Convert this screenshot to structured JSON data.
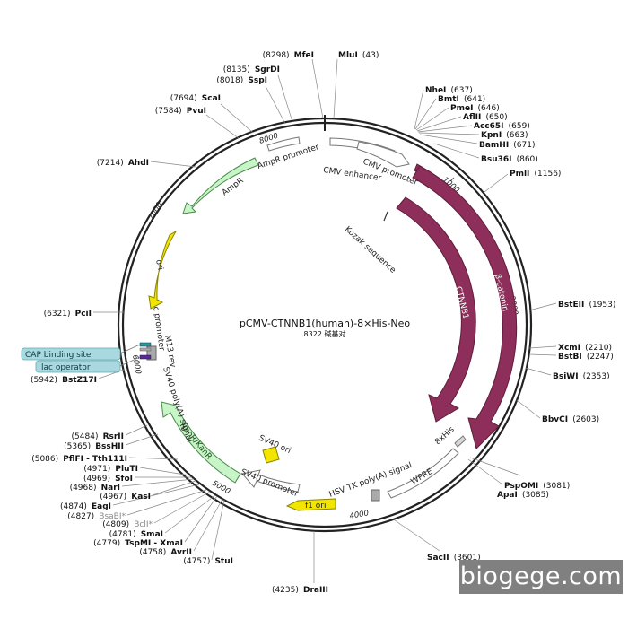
{
  "plasmid": {
    "name": "pCMV-CTNNB1(human)-8×His-Neo",
    "size_label": "8322 碱基对"
  },
  "ruler_ticks": [
    "1000",
    "2000",
    "3000",
    "4000",
    "5000",
    "6000",
    "7000",
    "8000"
  ],
  "restriction_sites": [
    {
      "name": "MluI",
      "pos": "(43)",
      "muted": false
    },
    {
      "name": "MfeI",
      "pos": "(8298)",
      "muted": false
    },
    {
      "name": "SgrDI",
      "pos": "(8135)",
      "muted": false
    },
    {
      "name": "SspI",
      "pos": "(8018)",
      "muted": false
    },
    {
      "name": "ScaI",
      "pos": "(7694)",
      "muted": false
    },
    {
      "name": "PvuI",
      "pos": "(7584)",
      "muted": false
    },
    {
      "name": "AhdI",
      "pos": "(7214)",
      "muted": false
    },
    {
      "name": "PciI",
      "pos": "(6321)",
      "muted": false
    },
    {
      "name": "BstZ17I",
      "pos": "(5942)",
      "muted": false
    },
    {
      "name": "RsrII",
      "pos": "(5484)",
      "muted": false
    },
    {
      "name": "BssHII",
      "pos": "(5365)",
      "muted": false
    },
    {
      "name": "PflFI - Tth111I",
      "pos": "(5086)",
      "muted": false
    },
    {
      "name": "PluTI",
      "pos": "(4971)",
      "muted": false
    },
    {
      "name": "SfoI",
      "pos": "(4969)",
      "muted": false
    },
    {
      "name": "NarI",
      "pos": "(4968)",
      "muted": false
    },
    {
      "name": "KasI",
      "pos": "(4967)",
      "muted": false
    },
    {
      "name": "EagI",
      "pos": "(4874)",
      "muted": false
    },
    {
      "name": "BsaBI*",
      "pos": "(4827)",
      "muted": true
    },
    {
      "name": "BclI*",
      "pos": "(4809)",
      "muted": true
    },
    {
      "name": "SmaI",
      "pos": "(4781)",
      "muted": false
    },
    {
      "name": "TspMI - XmaI",
      "pos": "(4779)",
      "muted": false
    },
    {
      "name": "AvrII",
      "pos": "(4758)",
      "muted": false
    },
    {
      "name": "StuI",
      "pos": "(4757)",
      "muted": false
    },
    {
      "name": "DraIII",
      "pos": "(4235)",
      "muted": false
    },
    {
      "name": "SacII",
      "pos": "(3601)",
      "muted": false
    },
    {
      "name": "ApaI",
      "pos": "(3085)",
      "muted": false
    },
    {
      "name": "PspOMI",
      "pos": "(3081)",
      "muted": false
    },
    {
      "name": "BbvCI",
      "pos": "(2603)",
      "muted": false
    },
    {
      "name": "BsiWI",
      "pos": "(2353)",
      "muted": false
    },
    {
      "name": "BstBI",
      "pos": "(2247)",
      "muted": false
    },
    {
      "name": "XcmI",
      "pos": "(2210)",
      "muted": false
    },
    {
      "name": "BstEII",
      "pos": "(1953)",
      "muted": false
    },
    {
      "name": "PmlI",
      "pos": "(1156)",
      "muted": false
    },
    {
      "name": "Bsu36I",
      "pos": "(860)",
      "muted": false
    },
    {
      "name": "BamHI",
      "pos": "(671)",
      "muted": false
    },
    {
      "name": "KpnI",
      "pos": "(663)",
      "muted": false
    },
    {
      "name": "Acc65I",
      "pos": "(659)",
      "muted": false
    },
    {
      "name": "AflII",
      "pos": "(650)",
      "muted": false
    },
    {
      "name": "PmeI",
      "pos": "(646)",
      "muted": false
    },
    {
      "name": "BmtI",
      "pos": "(641)",
      "muted": false
    },
    {
      "name": "NheI",
      "pos": "(637)",
      "muted": false
    }
  ],
  "features": {
    "cmv_enhancer": "CMV enhancer",
    "cmv_promoter": "CMV promoter",
    "kozak": "Kozak sequence",
    "ctnnb1": "CTNNB1",
    "beta_catenin": "β-catenin",
    "his_tag": "8xHis",
    "wpre": "WPRE",
    "hsv_tk_polya": "HSV TK poly(A) signal",
    "f1_ori": "f1 ori",
    "sv40_promoter": "SV40 promoter",
    "sv40_ori": "SV40 ori",
    "neor_kanr": "NeoR/KanR",
    "sv40_polya": "SV40 poly(A) signal",
    "m13_rev": "M13 rev",
    "lac_promoter": "lac promoter",
    "ori": "ori",
    "ampr": "AmpR",
    "ampr_promoter": "AmpR promoter",
    "cap_binding_site": "CAP binding site",
    "lac_operator": "lac operator"
  },
  "colors": {
    "backbone": "#222222",
    "ctnnb1": "#8e2e5a",
    "ori": "#f2e600",
    "resistance": "#c8f5c8",
    "promoter": "#ffffff",
    "callout": "#a9d8e0"
  },
  "watermark": "biogege.com"
}
